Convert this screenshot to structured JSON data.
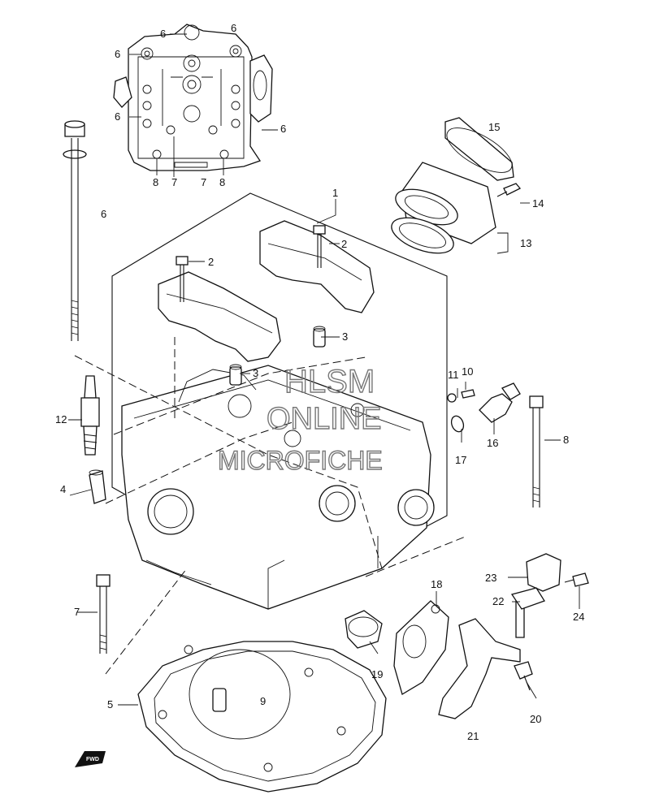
{
  "callouts": {
    "c1": "1",
    "c2a": "2",
    "c2b": "2",
    "c3a": "3",
    "c3b": "3",
    "c4": "4",
    "c5": "5",
    "c6_tl1": "6",
    "c6_tl2": "6",
    "c6_tr": "6",
    "c6_ml": "6",
    "c6_right": "6",
    "c6_bolt": "6",
    "c7_inset1": "7",
    "c7_inset2": "7",
    "c7_bolt": "7",
    "c8_inset1": "8",
    "c8_inset2": "8",
    "c8_bolt": "8",
    "c9": "9",
    "c10": "10",
    "c11": "11",
    "c12": "12",
    "c13": "13",
    "c14": "14",
    "c15": "15",
    "c16": "16",
    "c17": "17",
    "c18": "18",
    "c19": "19",
    "c20": "20",
    "c21": "21",
    "c22": "22",
    "c23": "23",
    "c24": "24"
  },
  "watermark": {
    "line1": "HLSM",
    "line2": "ONLINE",
    "line3": "MICROFICHE"
  },
  "fwd_badge": "FWD"
}
